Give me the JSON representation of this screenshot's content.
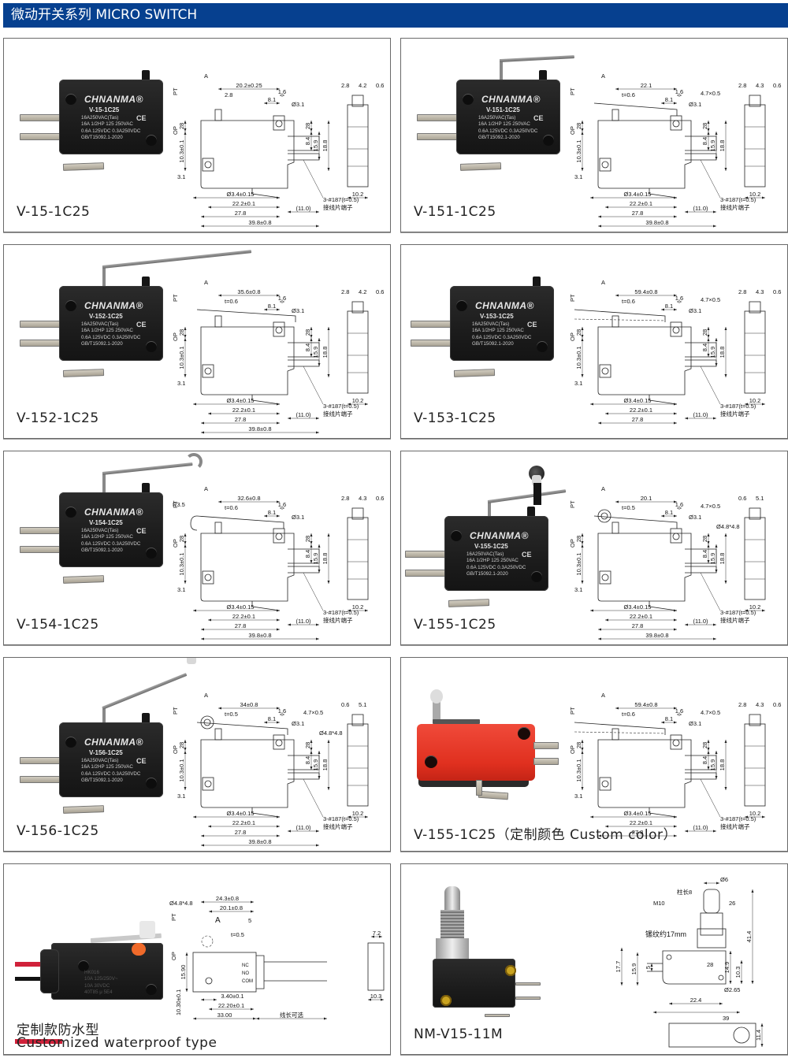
{
  "header": {
    "title": "微动开关系列 MICRO SWITCH",
    "color": "#06408f"
  },
  "brand": "CHNANMA",
  "common": {
    "specs": [
      "16A250VAC(Tas)",
      "16A 1/2HP 125 250VAC",
      "0.6A 125VDC 0.3A250VDC",
      "GB/T15092.1-2020"
    ],
    "ce": "CE",
    "terminal_note": "3-#187(t=0.5)",
    "terminal_note_cn": "接线片端子",
    "hole_dia": "Ø3.1",
    "mount_dia": "Ø3.4±0.15",
    "dims": {
      "pt": "PT",
      "op": "OP",
      "a": "A",
      "d28": "28",
      "d103": "10.3±0.1",
      "d31": "3.1",
      "d16": "1.6",
      "d81": "8.1",
      "d84": "8.4",
      "d159": "15.9",
      "d188": "18.8",
      "d222": "22.2±0.1",
      "d278": "27.8",
      "d110": "(11.0)",
      "d398": "39.8±0.8",
      "d102": "10.2",
      "d06": "0.6",
      "d47": "4.7×0.5",
      "d48": "Ø4.8*4.8"
    }
  },
  "panels": [
    {
      "label": "V-15-1C25",
      "model": "V-15-1C25",
      "top_dims": [
        "2.8",
        "20.2±0.25"
      ],
      "side_dims": [
        "2.8",
        "4.2",
        "0.6"
      ],
      "lever": "none"
    },
    {
      "label": "V-151-1C25",
      "model": "V-151-1C25",
      "top_dims": [
        "t=0.6",
        "22.1"
      ],
      "side_dims": [
        "2.8",
        "4.3",
        "0.6"
      ],
      "lever": "short"
    },
    {
      "label": "V-152-1C25",
      "model": "V-152-1C25",
      "top_dims": [
        "t=0.6",
        "35.6±0.8"
      ],
      "side_dims": [
        "2.8",
        "4.2",
        "0.6"
      ],
      "lever": "long"
    },
    {
      "label": "V-153-1C25",
      "model": "V-153-1C25",
      "top_dims": [
        "t=0.6",
        "59.4±0.8"
      ],
      "side_dims": [
        "2.8",
        "4.3",
        "0.6"
      ],
      "lever": "xlong"
    },
    {
      "label": "V-154-1C25",
      "model": "V-154-1C25",
      "top_dims": [
        "R3.5",
        "t=0.6",
        "32.6±0.8"
      ],
      "side_dims": [
        "2.8",
        "4.3",
        "0.6"
      ],
      "lever": "hook"
    },
    {
      "label": "V-155-1C25",
      "model": "V-155-1C25",
      "top_dims": [
        "t=0.5",
        "20.1"
      ],
      "side_dims": [
        "0.6",
        "5.1"
      ],
      "lever": "roller"
    },
    {
      "label": "V-156-1C25",
      "model": "V-156-1C25",
      "top_dims": [
        "t=0.5",
        "34±0.8"
      ],
      "side_dims": [
        "0.6",
        "5.1"
      ],
      "lever": "long-roller"
    },
    {
      "label": "V-155-1C25（定制颜色 Custom color）",
      "model": "",
      "top_dims": [
        "t=0.6",
        "59.4±0.8"
      ],
      "side_dims": [
        "2.8",
        "4.3",
        "0.6"
      ],
      "lever": "red"
    }
  ],
  "waterproof": {
    "label_cn": "定制款防水型",
    "label_en": "Customized waterproof type",
    "print": [
      "HK016",
      "10A 125/250V~",
      "10A 30VDC",
      "40T85 μ 5E4"
    ],
    "dims": [
      "Ø4.8*4.8",
      "24.3±0.8",
      "20.1±0.8",
      "A",
      "5",
      "t=0.5",
      "PT",
      "OP",
      "15.90",
      "10.30±0.1",
      "3.40±0.1",
      "22.20±0.1",
      "33.00",
      "线长可选",
      "7.2",
      "10.3",
      "NC",
      "NO",
      "COM"
    ]
  },
  "pushbutton": {
    "label": "NM-V15-11M",
    "dims": [
      "Ø6",
      "柱长8",
      "M10",
      "26",
      "41.4",
      "镙纹约17mm",
      "17.7",
      "15.9",
      "5",
      "28",
      "14.9",
      "10.3",
      "Ø2.65",
      "22.4",
      "39",
      "11.4"
    ]
  }
}
